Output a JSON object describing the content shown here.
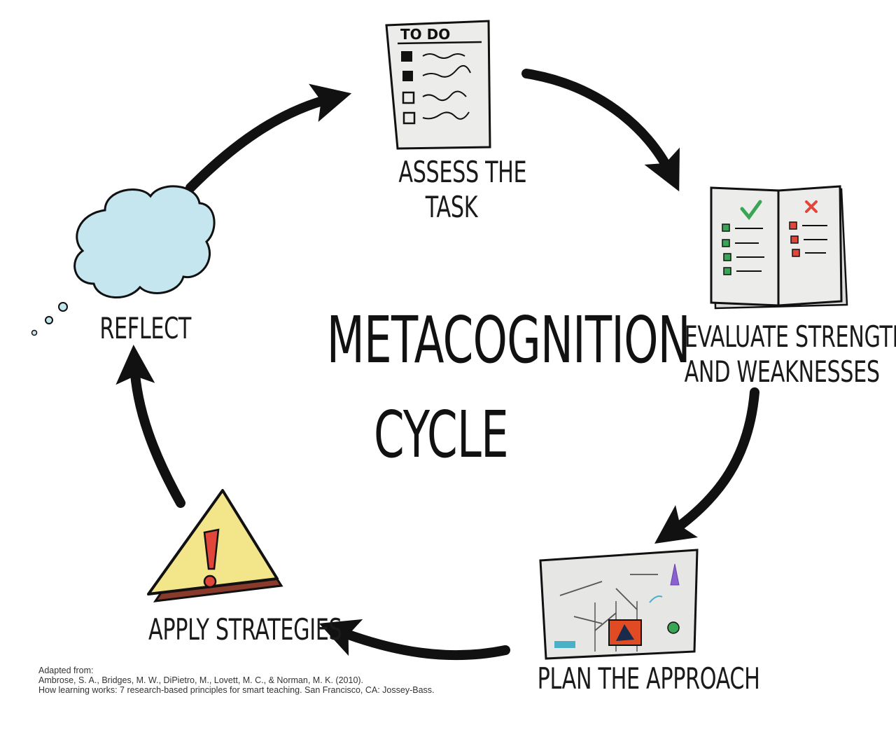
{
  "title": {
    "line1": "METACOGNITION",
    "line2": "CYCLE"
  },
  "stages": {
    "assess": {
      "line1": "ASSESS THE",
      "line2": "TASK",
      "icon": "todo-list-icon"
    },
    "evaluate": {
      "line1": "EVALUATE STRENGTHS",
      "line2": "AND WEAKNESSES",
      "icon": "checklist-book-icon"
    },
    "plan": {
      "label": "PLAN THE APPROACH",
      "icon": "map-plan-icon"
    },
    "apply": {
      "label": "APPLY STRATEGIES",
      "icon": "warning-sign-icon"
    },
    "reflect": {
      "label": "REFLECT",
      "icon": "thought-cloud-icon"
    }
  },
  "todo_card": {
    "heading": "TO DO"
  },
  "citation": {
    "line1": "Adapted from:",
    "line2": "Ambrose, S. A., Bridges, M. W., DiPietro, M., Lovett, M. C., & Norman, M. K. (2010).",
    "line3": "How learning works: 7 research-based principles for smart teaching. San Francisco, CA: Jossey-Bass."
  },
  "colors": {
    "ink": "#111111",
    "cloud": "#c5e6ef",
    "warning_yellow": "#f3e58a",
    "warning_back": "#8a3a2a",
    "paper": "#ececea",
    "check_green": "#3aa655",
    "cross_red": "#e0473a"
  }
}
